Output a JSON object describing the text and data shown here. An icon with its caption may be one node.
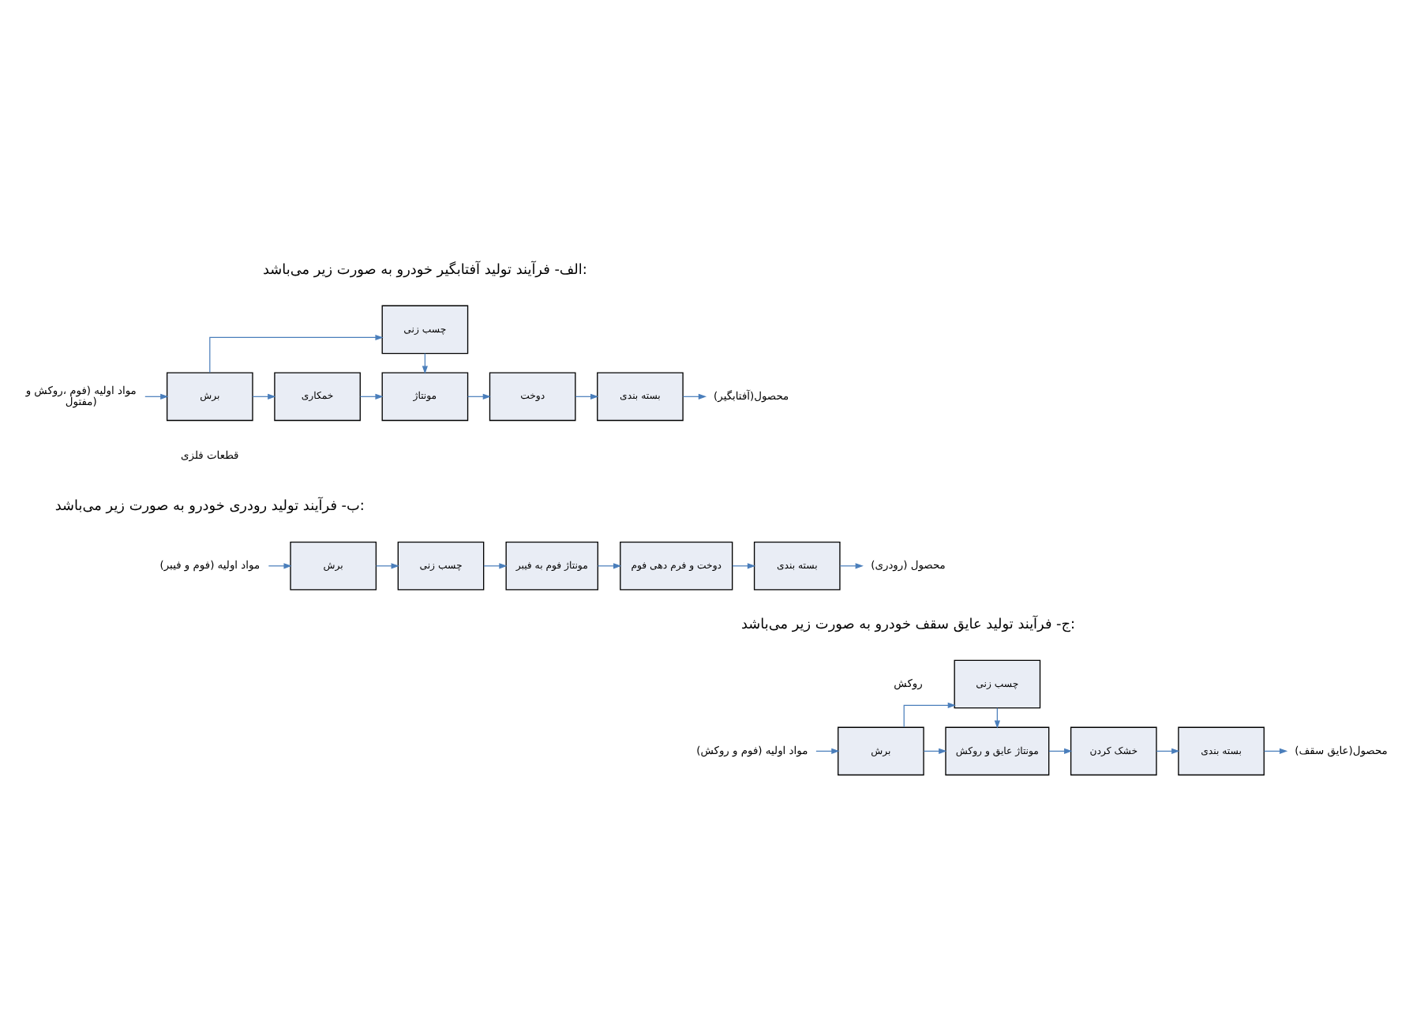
{
  "diagram": {
    "nodes": [
      {
        "text": [
          "مواد اولیه (فوم ،روکش و مفتول)"
        ]
      },
      {
        "text": [
          "برش"
        ]
      },
      {
        "text": [
          "چسب زنی"
        ]
      },
      {
        "text": [
          "خمکاری"
        ]
      },
      {
        "text": [
          "مونتاژ"
        ]
      },
      {
        "text": [
          "دوخت"
        ]
      },
      {
        "text": [
          "بسته بندی"
        ]
      },
      {
        "text": [
          "محصول(آفتابگیر)"
        ]
      },
      {
        "text": [
          "مواد اولیه (فوم و فیبر)"
        ]
      },
      {
        "text": [
          "برش"
        ]
      },
      {
        "text": [
          "چسب زنی"
        ]
      },
      {
        "text": [
          "مونتاژ فوم به فیبر"
        ]
      },
      {
        "text": [
          "دوخت و فرم دهی فوم"
        ]
      },
      {
        "text": [
          "بسته بندی"
        ]
      },
      {
        "text": [
          "محصول (رودری)"
        ]
      },
      {
        "text": [
          "مواد اولیه (فوم و روکش)"
        ]
      },
      {
        "text": [
          "برش"
        ]
      },
      {
        "text": [
          "چسب زنی"
        ]
      },
      {
        "text": [
          "مونتاژ عایق و روکش"
        ]
      },
      {
        "text": [
          "خشک کردن"
        ]
      },
      {
        "text": [
          "بسته بندی"
        ]
      },
      {
        "text": [
          "محصول(عایق سقف)"
        ]
      }
    ],
    "edges": [
      {
        "from": 0,
        "to": 1,
        "arrow": "to"
      },
      {
        "from": 1,
        "to": 2,
        "arrow": "to"
      },
      {
        "from": 2,
        "to": 4,
        "arrow": "to"
      },
      {
        "from": 1,
        "to": 3,
        "arrow": "to"
      },
      {
        "from": 3,
        "to": 4,
        "arrow": "to"
      },
      {
        "from": 4,
        "to": 5,
        "arrow": "to"
      },
      {
        "from": 5,
        "to": 6,
        "arrow": "to"
      },
      {
        "from": 6,
        "to": 7,
        "arrow": "to"
      },
      {
        "from": 8,
        "to": 9,
        "arrow": "to"
      },
      {
        "from": 9,
        "to": 10,
        "arrow": "to"
      },
      {
        "from": 10,
        "to": 11,
        "arrow": "to"
      },
      {
        "from": 11,
        "to": 12,
        "arrow": "to"
      },
      {
        "from": 12,
        "to": 13,
        "arrow": "to"
      },
      {
        "from": 13,
        "to": 14,
        "arrow": "to"
      },
      {
        "from": 15,
        "to": 16,
        "arrow": "to"
      },
      {
        "from": 16,
        "to": 17,
        "arrow": "to"
      },
      {
        "from": 17,
        "to": 18,
        "arrow": "to"
      },
      {
        "from": 16,
        "to": 18,
        "arrow": "to"
      },
      {
        "from": 18,
        "to": 19,
        "arrow": "to"
      },
      {
        "from": 19,
        "to": 20,
        "arrow": "to"
      },
      {
        "from": 20,
        "to": 21,
        "arrow": "to"
      }
    ],
    "labels": [
      "الف- فرآیند تولید آفتابگیر خودرو به صورت زیر می‌باشد:",
      "قطعات فلزی",
      "ب- فرآیند تولید رودری خودرو به صورت زیر می‌باشد:",
      "ج- فرآیند تولید عایق سقف خودرو به صورت زیر می‌باشد:",
      "روکش"
    ]
  }
}
